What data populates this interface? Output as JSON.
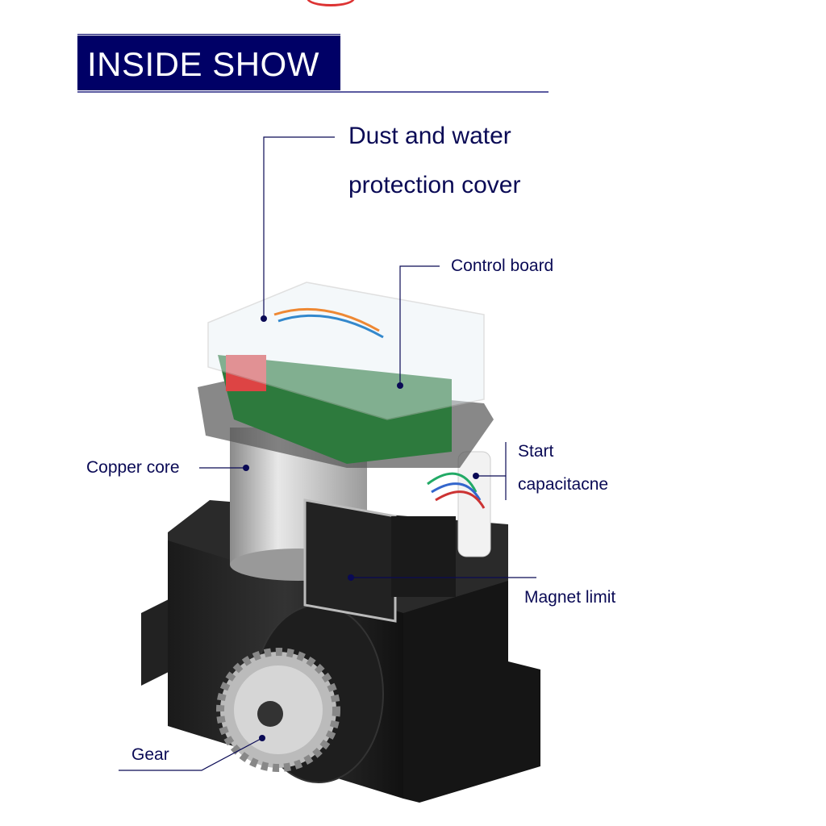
{
  "header": {
    "title": "INSIDE SHOW"
  },
  "labels": {
    "cover_line1": "Dust and water",
    "cover_line2": "protection cover",
    "control_board": "Control board",
    "capacitor_line1": "Start",
    "capacitor_line2": "capacitacne",
    "copper_core": "Copper core",
    "magnet_limit": "Magnet limit",
    "gear": "Gear"
  },
  "colors": {
    "banner": "#000066",
    "label_text": "#0a0a55"
  }
}
